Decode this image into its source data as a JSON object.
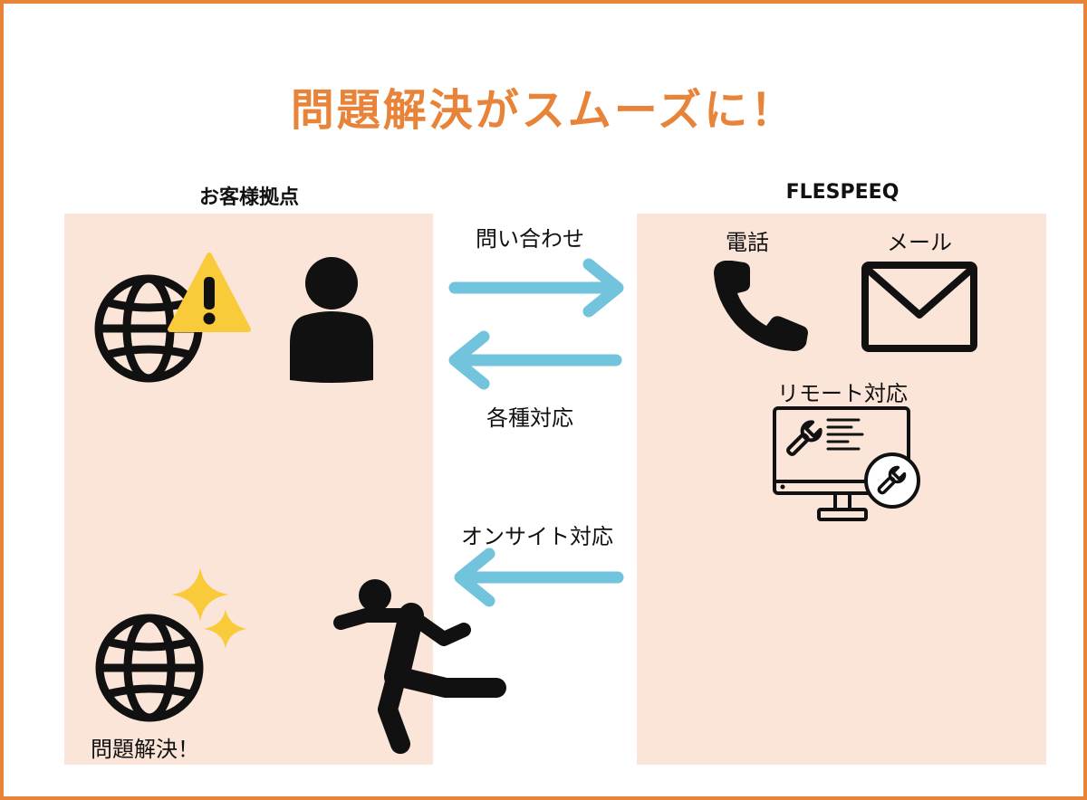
{
  "title": "問題解決がスムーズに！",
  "left_panel": {
    "heading": "お客様拠点",
    "solved_label": "問題解決！"
  },
  "right_panel": {
    "heading": "FLESPEEQ",
    "phone_label": "電話",
    "mail_label": "メール",
    "remote_label": "リモート対応"
  },
  "arrows": {
    "inquiry_label": "問い合わせ",
    "response_label": "各種対応",
    "onsite_label": "オンサイト対応"
  },
  "colors": {
    "accent": "#E8833A",
    "panel_bg": "#FBE5D8",
    "arrow": "#72C3DC",
    "warning": "#F9CB3A",
    "sparkle": "#F9CB3A"
  },
  "icons": [
    "globe-icon",
    "warning-icon",
    "person-icon",
    "phone-icon",
    "mail-icon",
    "remote-monitor-icon",
    "sparkle-icon",
    "running-person-icon"
  ]
}
